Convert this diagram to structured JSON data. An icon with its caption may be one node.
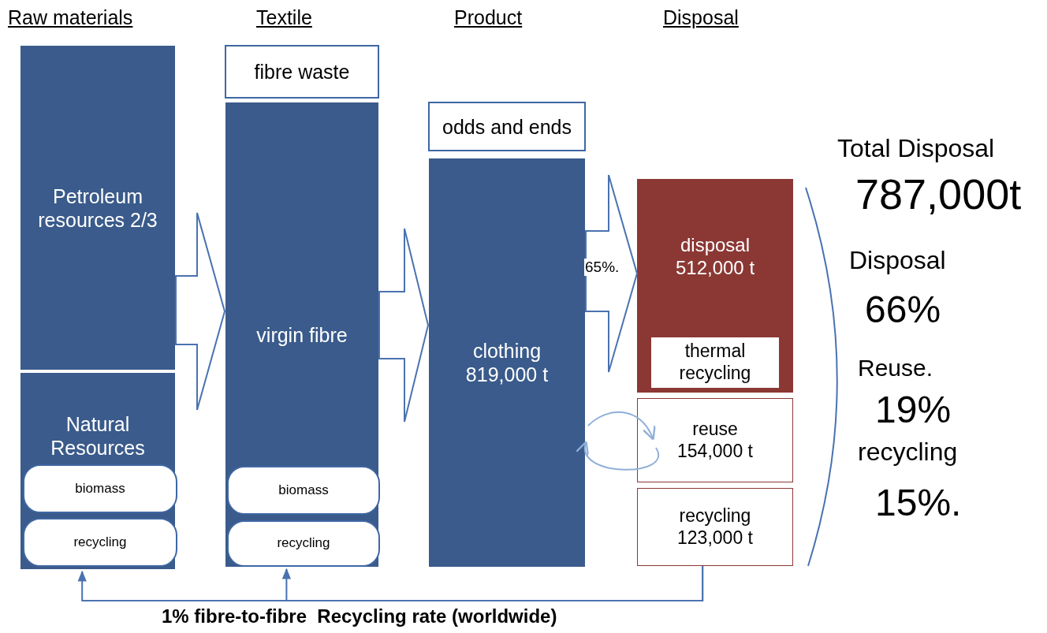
{
  "diagram": {
    "nodes": [
      {
        "text": [
          "Petroleum resources 2/3"
        ]
      },
      {
        "text": [
          "Natural Resources"
        ]
      },
      {
        "text": [
          "biomass"
        ],
        "in": 1
      },
      {
        "text": [
          "recycling"
        ],
        "in": 1
      },
      {
        "text": [
          "fibre waste"
        ]
      },
      {
        "text": [
          "virgin fibre"
        ]
      },
      {
        "text": [
          "biomass"
        ],
        "in": 5
      },
      {
        "text": [
          "recycling"
        ],
        "in": 5
      },
      {
        "text": [
          "odds and ends"
        ]
      },
      {
        "text": [
          "clothing 819,000 t"
        ]
      },
      {
        "text": [
          "disposal 512,000 t"
        ]
      },
      {
        "text": [
          "thermal recycling"
        ],
        "in": 10
      },
      {
        "text": [
          "reuse 154,000 t"
        ]
      },
      {
        "text": [
          "recycling 123,000 t"
        ]
      }
    ],
    "edges": [
      {
        "from": 0,
        "to": 5,
        "arrow": "to"
      },
      {
        "from": 5,
        "to": 9,
        "arrow": "to"
      },
      {
        "from": 9,
        "to": 10,
        "arrow": "to",
        "label": "65%."
      },
      {
        "from": 9,
        "to": 12,
        "arrow": "to"
      },
      {
        "from": 12,
        "to": 9,
        "arrow": "to"
      },
      {
        "from": 13,
        "to": 1,
        "arrow": "to"
      },
      {
        "from": 13,
        "to": 5,
        "arrow": "to"
      }
    ],
    "labels": [
      "Raw materials",
      "Textile",
      "Product",
      "Disposal",
      "Total Disposal",
      "787,000t",
      "Disposal",
      "66%",
      "Reuse.",
      "19%",
      "recycling",
      "15%.",
      "1% fibre-to-fibre  Recycling rate (worldwide)"
    ]
  }
}
